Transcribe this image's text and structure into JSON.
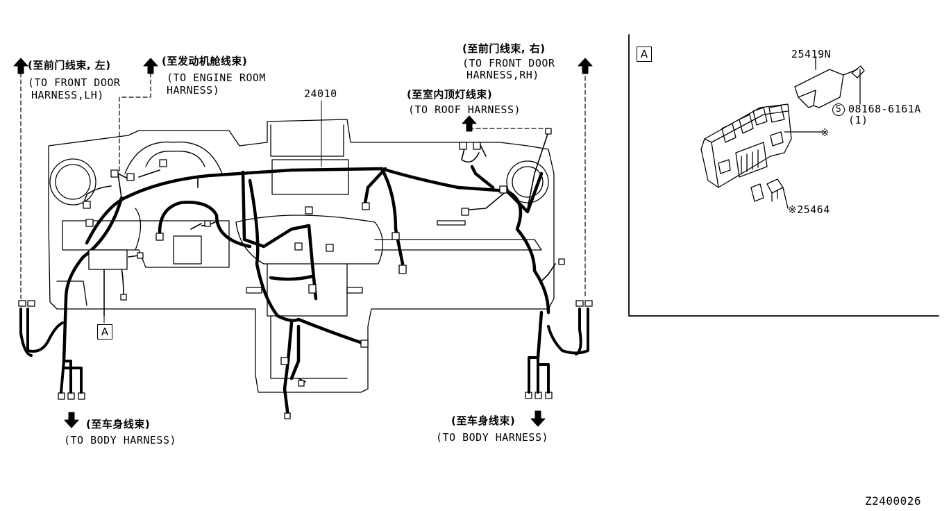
{
  "labels": {
    "front_door_lh_cn": "(至前门线束, 左)",
    "front_door_lh_en1": "(TO FRONT DOOR",
    "front_door_lh_en2": "HARNESS,LH)",
    "engine_room_cn": "(至发动机舱线束)",
    "engine_room_en1": "(TO ENGINE ROOM",
    "engine_room_en2": "HARNESS)",
    "front_door_rh_cn": "(至前门线束, 右)",
    "front_door_rh_en1": "(TO FRONT DOOR",
    "front_door_rh_en2": "HARNESS,RH)",
    "roof_cn": "(至室内顶灯线束)",
    "roof_en": "(TO ROOF HARNESS)",
    "body_left_cn": "(至车身线束)",
    "body_left_en": "(TO BODY HARNESS)",
    "body_right_cn": "(至车身线束)",
    "body_right_en": "(TO BODY HARNESS)"
  },
  "parts": {
    "harness": "24010",
    "bracket": "25419N",
    "bolt": "08168-6161A",
    "bolt_qty": "(1)",
    "bolt_symbol": "S",
    "relay": "※25464",
    "fuse_block_marker": "※"
  },
  "callouts": {
    "main_view": "A",
    "detail_view": "A"
  },
  "drawing_code": "Z2400026"
}
